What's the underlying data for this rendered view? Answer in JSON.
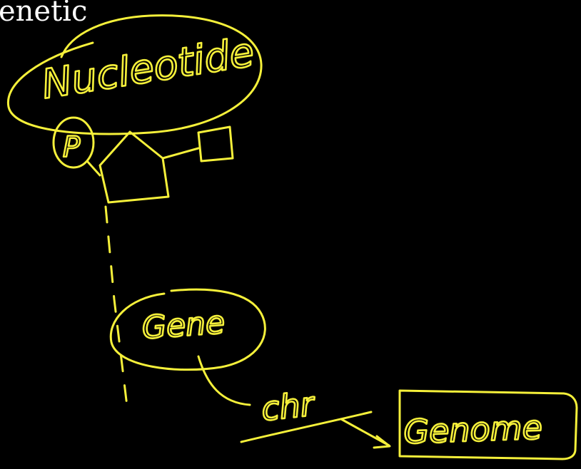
{
  "heading": {
    "text": "enetic"
  },
  "handwriting": {
    "nucleotide": "Nucleotide",
    "phosphate": "P",
    "gene": "Gene",
    "chr": "chr",
    "genome": "Genome"
  },
  "colors": {
    "background": "#000000",
    "ink": "#f5f03a",
    "heading": "#ffffff"
  }
}
